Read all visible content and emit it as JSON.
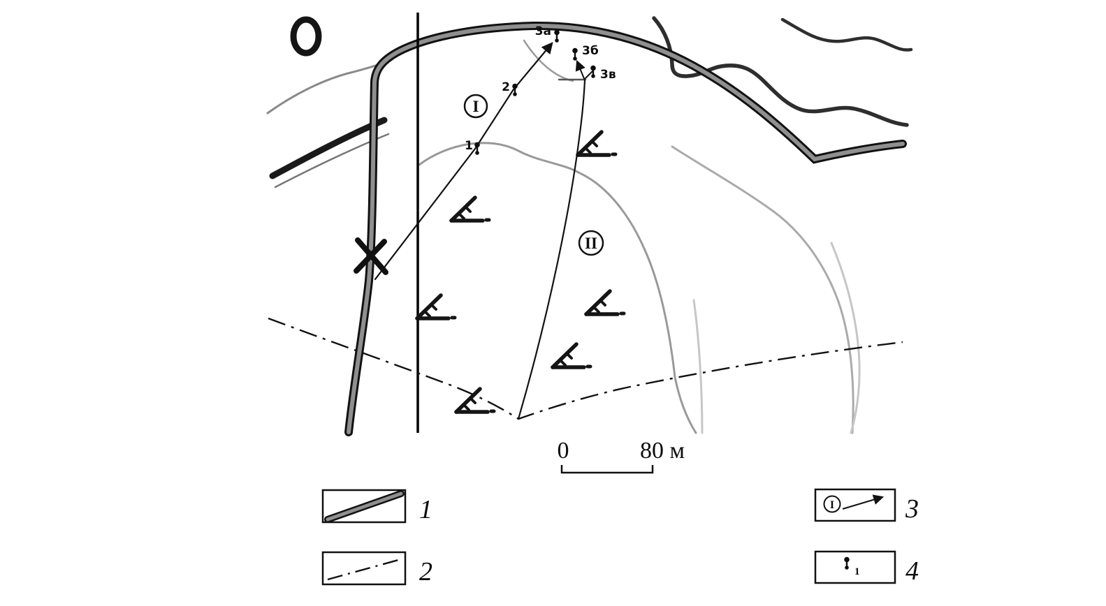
{
  "figure": {
    "colors": {
      "ink": "#111111",
      "road_gray": "#8f8f8f",
      "contour_gray": "#999999",
      "contour_light": "#c6c6c6",
      "heavy_line": "#2e2e2e"
    }
  },
  "map": {
    "point_labels": {
      "p3a": "3а",
      "p3b": "3б",
      "p3v": "3в",
      "p2": "2",
      "p1": "1"
    },
    "route_labels": {
      "r1": "I",
      "r2": "II"
    },
    "scale_bar": {
      "zero": "0",
      "end": "80 м"
    }
  },
  "legend": {
    "items": [
      {
        "number": "1",
        "symbol": "road"
      },
      {
        "number": "2",
        "symbol": "dash-dot-boundary"
      },
      {
        "number": "3",
        "symbol": "observation-route-arrow",
        "symbol_text": "I"
      },
      {
        "number": "4",
        "symbol": "observation-point",
        "symbol_index": "1"
      }
    ]
  }
}
